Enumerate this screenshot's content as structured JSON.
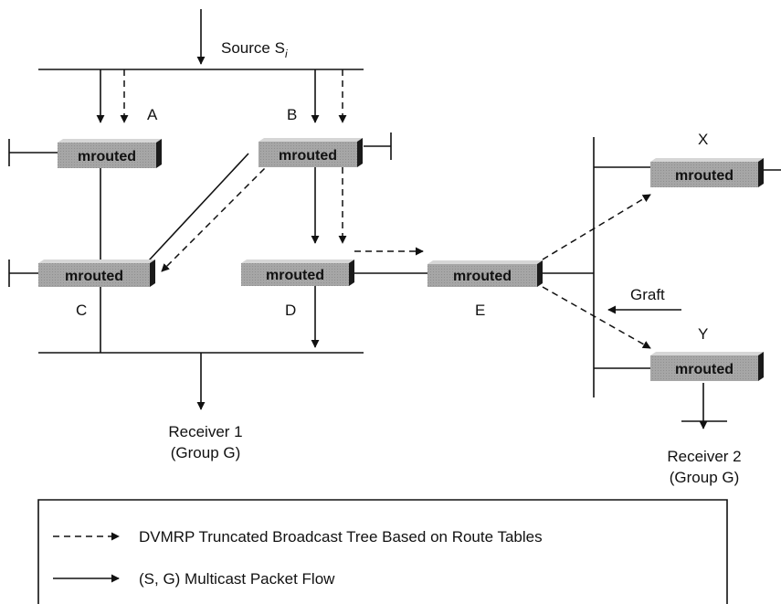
{
  "router_text": "mrouted",
  "source": {
    "text": "Source S",
    "subscript": "i"
  },
  "routers": {
    "A": "A",
    "B": "B",
    "C": "C",
    "D": "D",
    "E": "E",
    "X": "X",
    "Y": "Y"
  },
  "graft": "Graft",
  "receivers": {
    "r1_line1": "Receiver 1",
    "r1_line2": "(Group G)",
    "r2_line1": "Receiver 2",
    "r2_line2": "(Group G)"
  },
  "legend": {
    "dashed": "DVMRP Truncated Broadcast Tree Based on Route Tables",
    "solid": "(S, G) Multicast Packet Flow"
  },
  "colors": {
    "router_face": "#a8a8a8",
    "router_top": "#d6d6d6",
    "router_side": "#1a1a1a",
    "line": "#111111"
  }
}
